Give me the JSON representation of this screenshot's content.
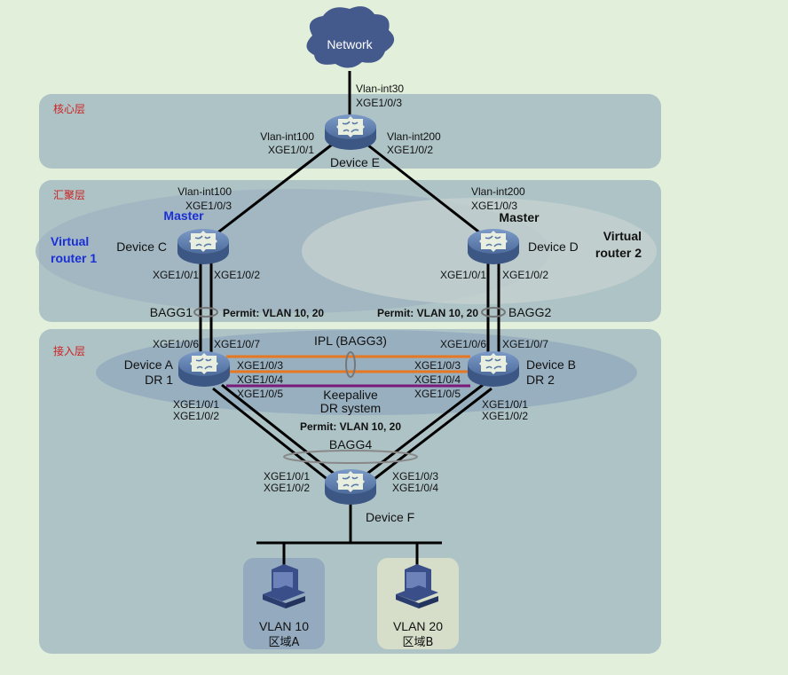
{
  "diagram": {
    "network_label": "Network",
    "layers": {
      "core": "核心层",
      "aggregation": "汇聚层",
      "access": "接入层"
    },
    "device_e": {
      "name": "Device E",
      "up_vlan": "Vlan-int30",
      "up_port": "XGE1/0/3",
      "left_vlan": "Vlan-int100",
      "left_port": "XGE1/0/1",
      "right_vlan": "Vlan-int200",
      "right_port": "XGE1/0/2"
    },
    "device_c": {
      "name": "Device C",
      "role": "Master",
      "up_vlan": "Vlan-int100",
      "up_port": "XGE1/0/3",
      "port_left": "XGE1/0/1",
      "port_right": "XGE1/0/2",
      "vr_label_1": "Virtual",
      "vr_label_2": "router 1"
    },
    "device_d": {
      "name": "Device D",
      "role": "Master",
      "up_vlan": "Vlan-int200",
      "up_port": "XGE1/0/3",
      "port_left": "XGE1/0/1",
      "port_right": "XGE1/0/2",
      "vr_label_1": "Virtual",
      "vr_label_2": "router 2"
    },
    "bagg1": "BAGG1",
    "bagg2": "BAGG2",
    "permit_left": "Permit: VLAN 10, 20",
    "permit_right": "Permit: VLAN 10, 20",
    "permit_bottom": "Permit: VLAN 10, 20",
    "ipl_label": "IPL (BAGG3)",
    "keepalive_1": "Keepalive",
    "keepalive_2": "DR system",
    "device_a": {
      "name": "Device A",
      "dr": "DR 1",
      "port6": "XGE1/0/6",
      "port7": "XGE1/0/7",
      "port3": "XGE1/0/3",
      "port4": "XGE1/0/4",
      "port5": "XGE1/0/5",
      "port1": "XGE1/0/1",
      "port2": "XGE1/0/2"
    },
    "device_b": {
      "name": "Device B",
      "dr": "DR 2",
      "port6": "XGE1/0/6",
      "port7": "XGE1/0/7",
      "port3": "XGE1/0/3",
      "port4": "XGE1/0/4",
      "port5": "XGE1/0/5",
      "port1": "XGE1/0/1",
      "port2": "XGE1/0/2"
    },
    "bagg4": "BAGG4",
    "device_f": {
      "name": "Device F",
      "port1": "XGE1/0/1",
      "port2": "XGE1/0/2",
      "port3": "XGE1/0/3",
      "port4": "XGE1/0/4"
    },
    "host_a": {
      "vlan": "VLAN 10",
      "area": "区域A"
    },
    "host_b": {
      "vlan": "VLAN 20",
      "area": "区域B"
    }
  },
  "colors": {
    "background": "#e2efdb",
    "layer_box": "#aec3c6",
    "ipl": "#e87722",
    "keepalive": "#7a1a7a",
    "device": "#5b79a8",
    "cloud": "#44598c"
  }
}
